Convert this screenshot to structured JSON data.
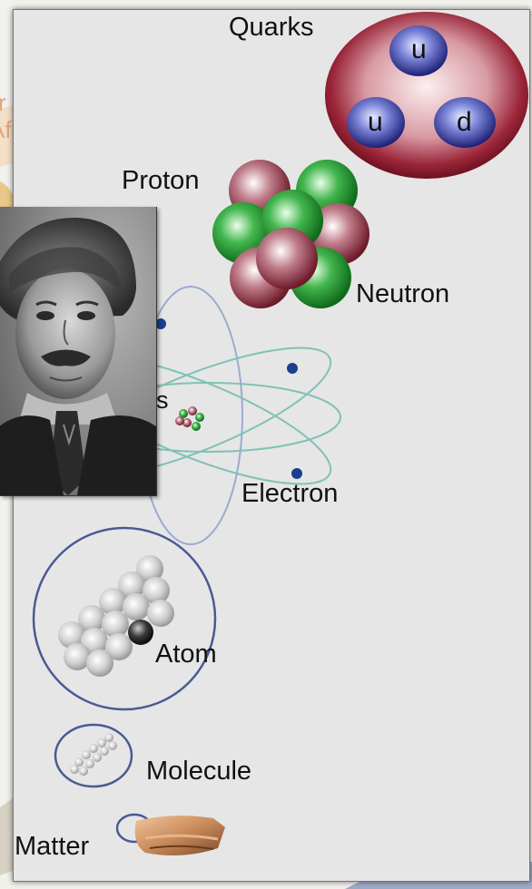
{
  "labels": {
    "quarks": "Quarks",
    "up_quark_1": "u",
    "up_quark_2": "u",
    "down_quark": "d",
    "proton": "Proton",
    "neutron": "Neutron",
    "nucleus_fragment": "s",
    "electron": "Electron",
    "atom": "Atom",
    "molecule": "Molecule",
    "matter": "Matter"
  },
  "background_edge_text": {
    "line1": "r",
    "line2": "Af"
  },
  "portrait": {
    "icon": "scientist-portrait-photo"
  },
  "colors": {
    "quark_shell": "#8a1b2c",
    "quark": "#2a2f8c",
    "proton": "#8c2a3a",
    "neutron": "#1f8f2e",
    "orbit": "#7fc2b6",
    "orbit_alt": "#9aaad0",
    "electron": "#1b3f8f",
    "panel_bg": "#e6e6e6"
  }
}
